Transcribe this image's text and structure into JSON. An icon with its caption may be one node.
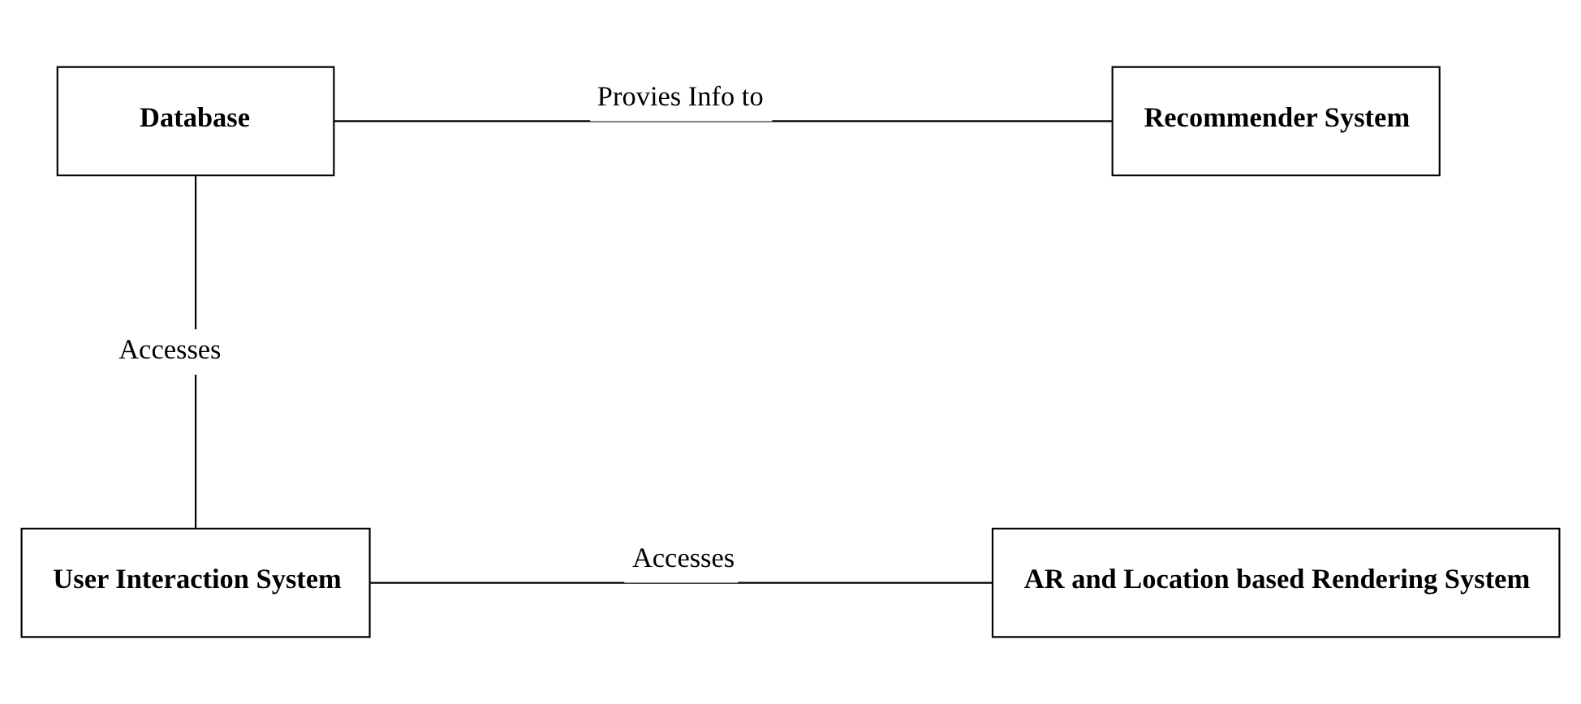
{
  "diagram": {
    "nodes": [
      {
        "text": [
          "Database"
        ]
      },
      {
        "text": [
          "Recommender System"
        ]
      },
      {
        "text": [
          "User Interaction System"
        ]
      },
      {
        "text": [
          "AR and Location based Rendering System"
        ]
      }
    ],
    "edges": [
      {
        "from": 0,
        "to": 1,
        "arrow": "none",
        "label": "Provies Info to"
      },
      {
        "from": 0,
        "to": 2,
        "arrow": "none",
        "label": "Accesses"
      },
      {
        "from": 2,
        "to": 3,
        "arrow": "none",
        "label": "Accesses"
      }
    ]
  }
}
